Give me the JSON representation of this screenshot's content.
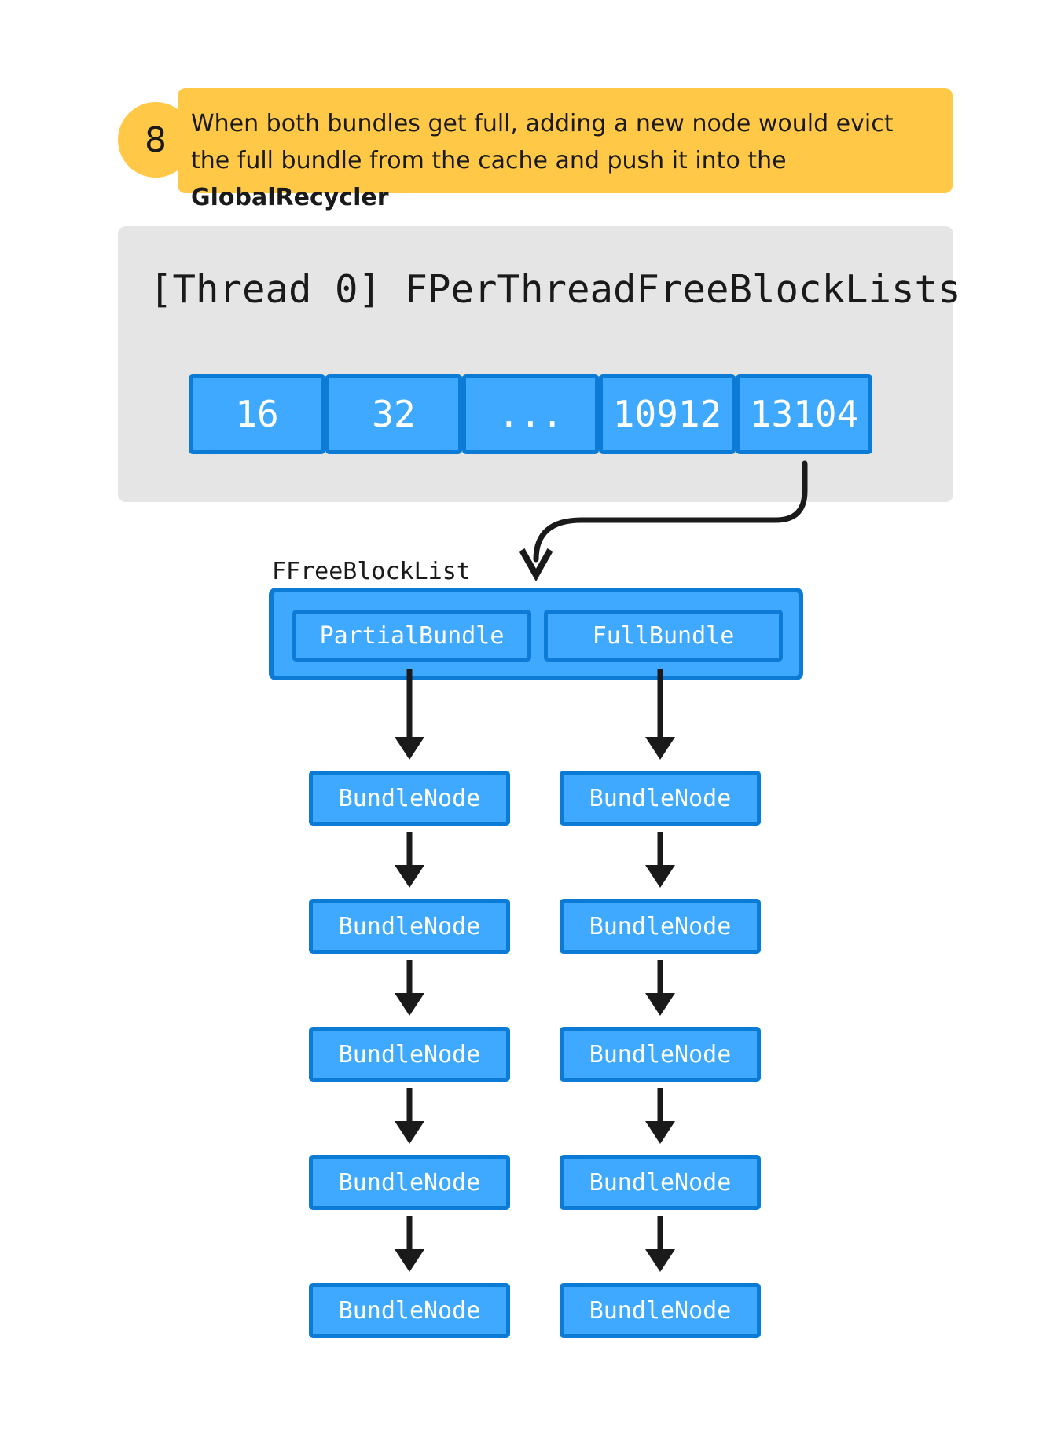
{
  "step": {
    "number": "8",
    "text_before": "When both bundles get full, adding a new node would evict the full bundle from the cache and push it into the ",
    "text_bold": "GlobalRecycler"
  },
  "thread": {
    "title": "[Thread 0] FPerThreadFreeBlockLists",
    "sizes": [
      "16",
      "32",
      "...",
      "10912",
      "13104"
    ]
  },
  "free_block_list": {
    "label": "FFreeBlockList",
    "partial_label": "PartialBundle",
    "full_label": "FullBundle"
  },
  "partial_nodes": [
    "BundleNode",
    "BundleNode",
    "BundleNode",
    "BundleNode",
    "BundleNode"
  ],
  "full_nodes": [
    "BundleNode",
    "BundleNode",
    "BundleNode",
    "BundleNode",
    "BundleNode"
  ],
  "colors": {
    "accent_yellow": "#ffc947",
    "node_fill": "#3ea9ff",
    "node_border": "#0b7bd6",
    "panel_gray": "#e5e5e5",
    "arrow": "#1a1a1a"
  }
}
